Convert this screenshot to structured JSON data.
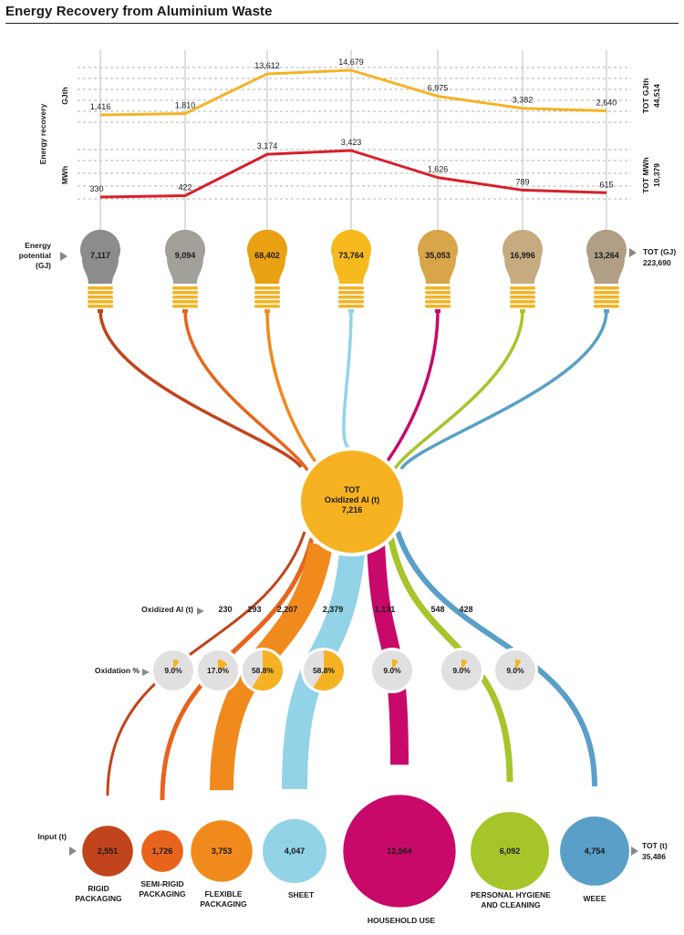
{
  "title": "Energy Recovery from Aluminium Waste",
  "labels": {
    "energy_recovery": "Energy recovery",
    "gjth_axis": "GJth",
    "mwh_axis": "MWh",
    "tot_gjth_label": "TOT GJth",
    "tot_gjth_value": "44,514",
    "tot_mwh_label": "TOT MWh",
    "tot_mwh_value": "10,379",
    "energy_potential_lines": [
      "Energy",
      "potential",
      "(GJ)"
    ],
    "tot_gj_label": "TOT (GJ)",
    "tot_gj_value": "223,690",
    "center_lines": [
      "TOT",
      "Oxidized Al (t)",
      "7,216"
    ],
    "oxidized_label": "Oxidized Al (t)",
    "oxidation_label": "Oxidation %",
    "input_label": "Input (t)",
    "tot_t_label": "TOT (t)",
    "tot_t_value": "35,486"
  },
  "colors": {
    "gjth_line": "#f5b324",
    "mwh_line": "#d7202a",
    "bulb_socket": "#f5b324",
    "center_circle": "#f6b221",
    "pie_bg": "#e0e0e0",
    "pie_fill": "#f5b324"
  },
  "chart_data": {
    "type": "line",
    "categories": [
      "Rigid packaging",
      "Semi-rigid packaging",
      "Flexible packaging",
      "Sheet",
      "Household use",
      "Personal hygiene and cleaning",
      "WEEE"
    ],
    "series": [
      {
        "name": "GJth",
        "values": [
          1416,
          1810,
          13612,
          14679,
          6975,
          3382,
          2640
        ],
        "labels": [
          "1,416",
          "1,810",
          "13,612",
          "14,679",
          "6,975",
          "3,382",
          "2,640"
        ]
      },
      {
        "name": "MWh",
        "values": [
          330,
          422,
          3174,
          3423,
          1626,
          789,
          615
        ],
        "labels": [
          "330",
          "422",
          "3,174",
          "3,423",
          "1,626",
          "789",
          "615"
        ]
      }
    ]
  },
  "categories": [
    {
      "name_lines": [
        "RIGID",
        "PACKAGING"
      ],
      "color": "#c1441c",
      "bulb": "#8c8c8c",
      "potential": "7,117",
      "oxidized": "230",
      "oxidation_label": "9.0%",
      "oxidation": 0.09,
      "input": "2,551",
      "input_value": 2551
    },
    {
      "name_lines": [
        "SEMI-RIGID",
        "PACKAGING"
      ],
      "color": "#e8641c",
      "bulb": "#a3a09a",
      "potential": "9,094",
      "oxidized": "293",
      "oxidation_label": "17.0%",
      "oxidation": 0.17,
      "input": "1,726",
      "input_value": 1726
    },
    {
      "name_lines": [
        "FLEXIBLE",
        "PACKAGING"
      ],
      "color": "#f18a1d",
      "bulb": "#eaa013",
      "potential": "68,402",
      "oxidized": "2,207",
      "oxidation_label": "58.8%",
      "oxidation": 0.588,
      "input": "3,753",
      "input_value": 3753
    },
    {
      "name_lines": [
        "SHEET"
      ],
      "color": "#92d3e8",
      "bulb": "#f6b91e",
      "potential": "73,764",
      "oxidized": "2,379",
      "oxidation_label": "58.8%",
      "oxidation": 0.588,
      "input": "4,047",
      "input_value": 4047
    },
    {
      "name_lines": [
        "HOUSEHOLD USE"
      ],
      "color": "#c8096a",
      "bulb": "#d8a54a",
      "potential": "35,053",
      "oxidized": "1,131",
      "oxidation_label": "9.0%",
      "oxidation": 0.09,
      "input": "12,564",
      "input_value": 12564
    },
    {
      "name_lines": [
        "PERSONAL HYGIENE",
        "AND CLEANING"
      ],
      "color": "#a5c52a",
      "bulb": "#c7ab80",
      "potential": "16,996",
      "oxidized": "548",
      "oxidation_label": "9.0%",
      "oxidation": 0.09,
      "input": "6,092",
      "input_value": 6092
    },
    {
      "name_lines": [
        "WEEE"
      ],
      "color": "#5a9fc7",
      "bulb": "#b09e85",
      "potential": "13,264",
      "oxidized": "428",
      "oxidation_label": "9.0%",
      "oxidation": 0.09,
      "input": "4,754",
      "input_value": 4754
    }
  ]
}
